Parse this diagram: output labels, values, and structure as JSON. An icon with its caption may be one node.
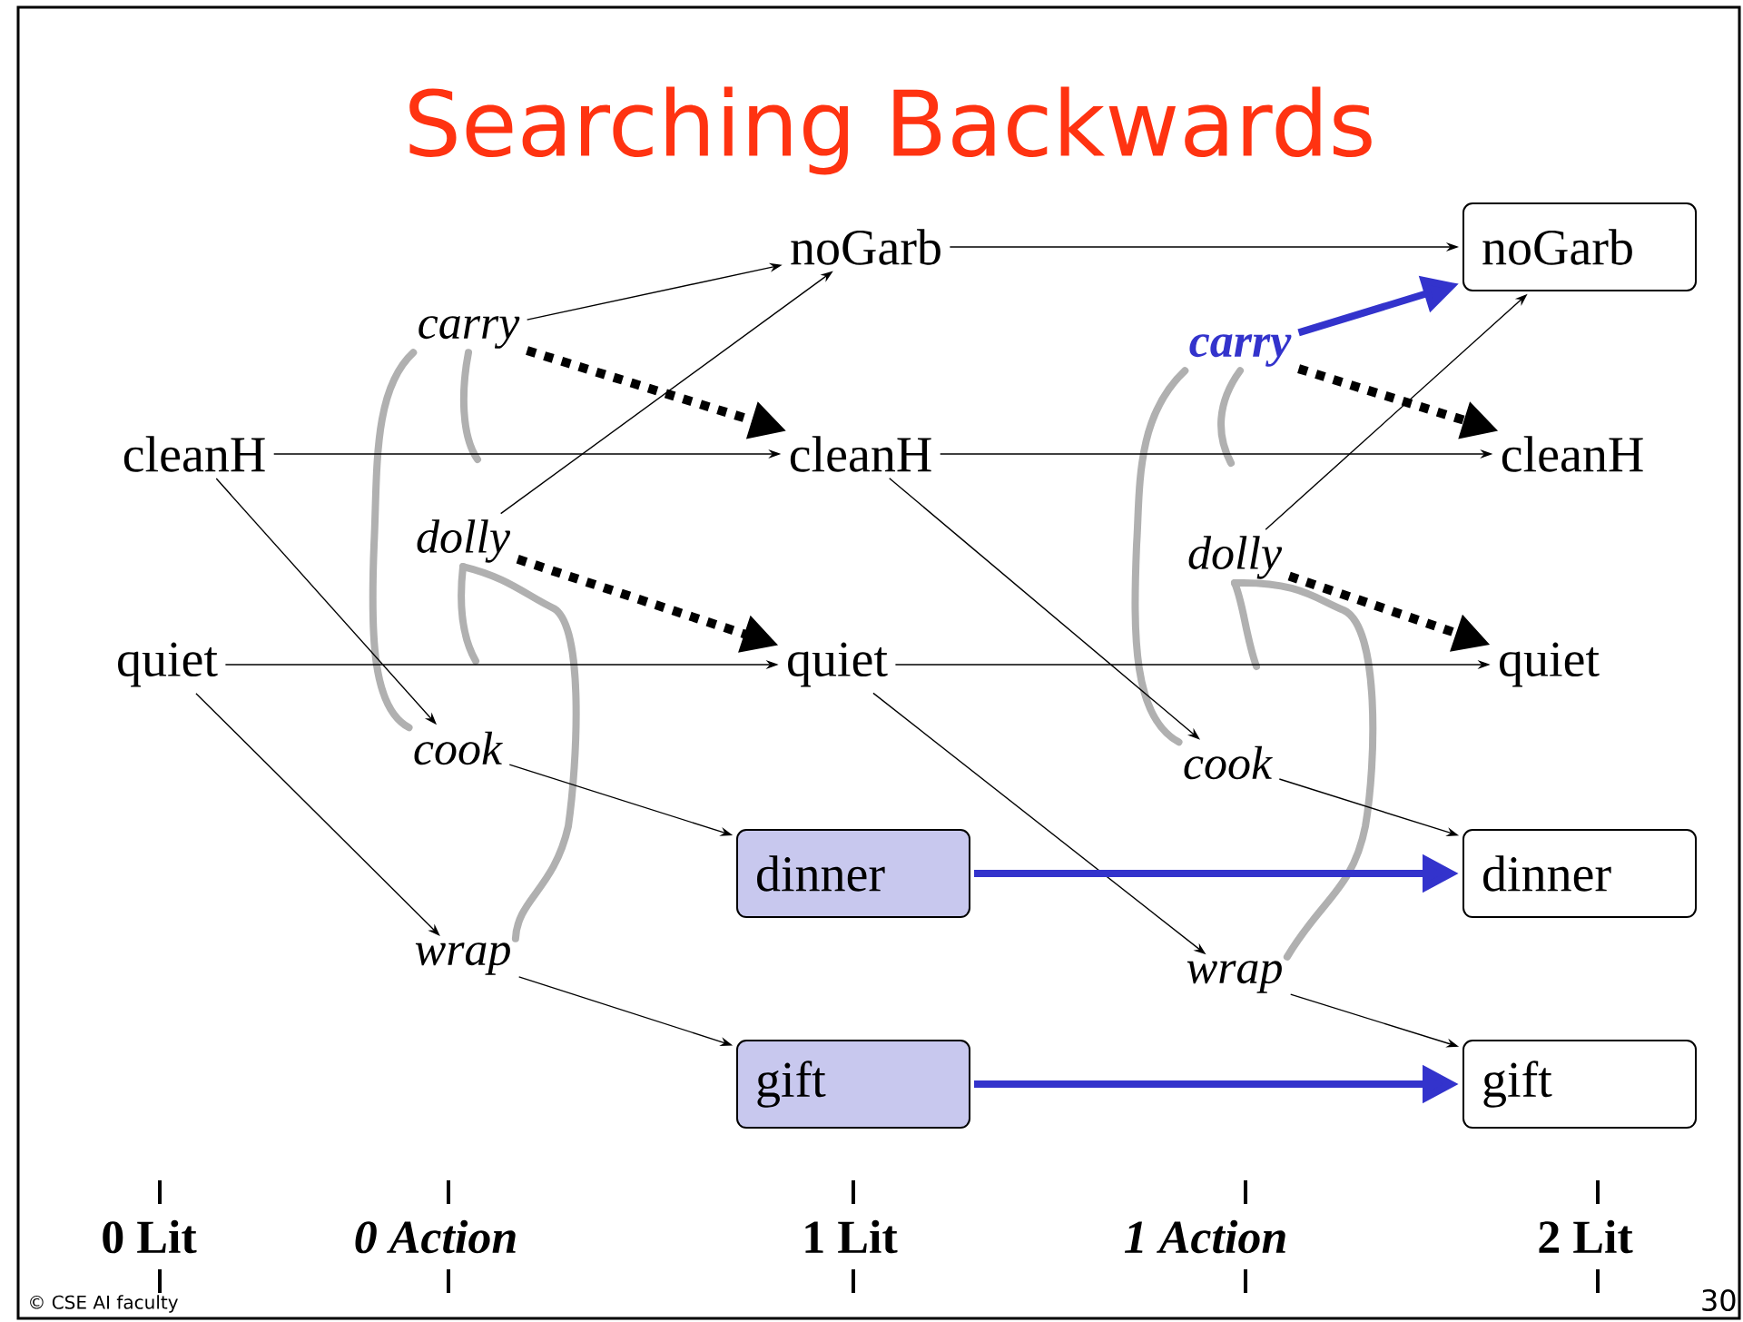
{
  "diagram": {
    "title": "Searching Backwards",
    "nodes": [
      {
        "text": [
          "cleanH"
        ]
      },
      {
        "text": [
          "quiet"
        ]
      },
      {
        "text": [
          "carry"
        ]
      },
      {
        "text": [
          "dolly"
        ]
      },
      {
        "text": [
          "cook"
        ]
      },
      {
        "text": [
          "wrap"
        ]
      },
      {
        "text": [
          "noGarb"
        ]
      },
      {
        "text": [
          "cleanH"
        ]
      },
      {
        "text": [
          "quiet"
        ]
      },
      {
        "text": [
          "dinner"
        ]
      },
      {
        "text": [
          "gift"
        ]
      },
      {
        "text": [
          "carry"
        ]
      },
      {
        "text": [
          "dolly"
        ]
      },
      {
        "text": [
          "cook"
        ]
      },
      {
        "text": [
          "wrap"
        ]
      },
      {
        "text": [
          "noGarb"
        ]
      },
      {
        "text": [
          "cleanH"
        ]
      },
      {
        "text": [
          "quiet"
        ]
      },
      {
        "text": [
          "dinner"
        ]
      },
      {
        "text": [
          "gift"
        ]
      }
    ],
    "edges": [
      {
        "from": 0,
        "to": 7,
        "arrow": "to"
      },
      {
        "from": 0,
        "to": 4,
        "arrow": "to"
      },
      {
        "from": 1,
        "to": 8,
        "arrow": "to"
      },
      {
        "from": 1,
        "to": 5,
        "arrow": "to"
      },
      {
        "from": 2,
        "to": 6,
        "arrow": "to"
      },
      {
        "from": 2,
        "to": 7,
        "arrow": "to",
        "style": "dashed"
      },
      {
        "from": 3,
        "to": 6,
        "arrow": "to"
      },
      {
        "from": 3,
        "to": 8,
        "arrow": "to",
        "style": "dashed"
      },
      {
        "from": 4,
        "to": 9,
        "arrow": "to"
      },
      {
        "from": 5,
        "to": 10,
        "arrow": "to"
      },
      {
        "from": 6,
        "to": 15,
        "arrow": "to"
      },
      {
        "from": 7,
        "to": 16,
        "arrow": "to"
      },
      {
        "from": 7,
        "to": 13,
        "arrow": "to"
      },
      {
        "from": 8,
        "to": 17,
        "arrow": "to"
      },
      {
        "from": 8,
        "to": 14,
        "arrow": "to"
      },
      {
        "from": 9,
        "to": 18,
        "arrow": "to",
        "style": "thick",
        "color": "#3333cc"
      },
      {
        "from": 10,
        "to": 19,
        "arrow": "to",
        "style": "thick",
        "color": "#3333cc"
      },
      {
        "from": 11,
        "to": 15,
        "arrow": "to",
        "style": "thick",
        "color": "#3333cc"
      },
      {
        "from": 11,
        "to": 16,
        "arrow": "to",
        "style": "dashed"
      },
      {
        "from": 12,
        "to": 15,
        "arrow": "to"
      },
      {
        "from": 12,
        "to": 17,
        "arrow": "to",
        "style": "dashed"
      },
      {
        "from": 13,
        "to": 18,
        "arrow": "to"
      },
      {
        "from": 14,
        "to": 19,
        "arrow": "to"
      },
      {
        "from": 2,
        "to": 4,
        "arrow": "none",
        "style": "thick",
        "color": "#b0b0b0"
      },
      {
        "from": 2,
        "to": null,
        "arrow": "none",
        "style": "thick",
        "color": "#b0b0b0"
      },
      {
        "from": 3,
        "to": null,
        "arrow": "none",
        "style": "thick",
        "color": "#b0b0b0"
      },
      {
        "from": 3,
        "to": 5,
        "arrow": "none",
        "style": "thick",
        "color": "#b0b0b0"
      },
      {
        "from": 11,
        "to": 13,
        "arrow": "none",
        "style": "thick",
        "color": "#b0b0b0"
      },
      {
        "from": 11,
        "to": null,
        "arrow": "none",
        "style": "thick",
        "color": "#b0b0b0"
      },
      {
        "from": 12,
        "to": null,
        "arrow": "none",
        "style": "thick",
        "color": "#b0b0b0"
      },
      {
        "from": 12,
        "to": 14,
        "arrow": "none",
        "style": "thick",
        "color": "#b0b0b0"
      }
    ],
    "labels": [
      "0 Lit",
      "0 Action",
      "1  Lit",
      "1 Action",
      "2 Lit",
      "© CSE AI faculty",
      "30"
    ]
  }
}
